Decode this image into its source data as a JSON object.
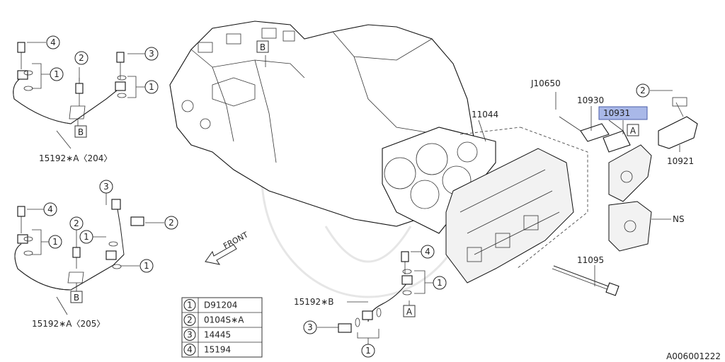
{
  "callouts": {
    "c1": "1",
    "c2": "2",
    "c3": "3",
    "c4": "4"
  },
  "refs": {
    "a": "A",
    "b": "B"
  },
  "parts": {
    "p15192a204": "15192∗A〈204〉",
    "p15192a205": "15192∗A〈205〉",
    "p15192b": "15192∗B",
    "p11044": "11044",
    "pj10650": "J10650",
    "p10930": "10930",
    "p10931": "10931",
    "p10921": "10921",
    "pns": "NS",
    "p11095": "11095"
  },
  "front_label": "FRONT",
  "legend": [
    {
      "num": "1",
      "code": "D91204"
    },
    {
      "num": "2",
      "code": "0104S∗A"
    },
    {
      "num": "3",
      "code": "14445"
    },
    {
      "num": "4",
      "code": "15194"
    }
  ],
  "catalog_id": "A006001222",
  "colors": {
    "highlight": "#a9b8e8",
    "line": "#222222"
  }
}
